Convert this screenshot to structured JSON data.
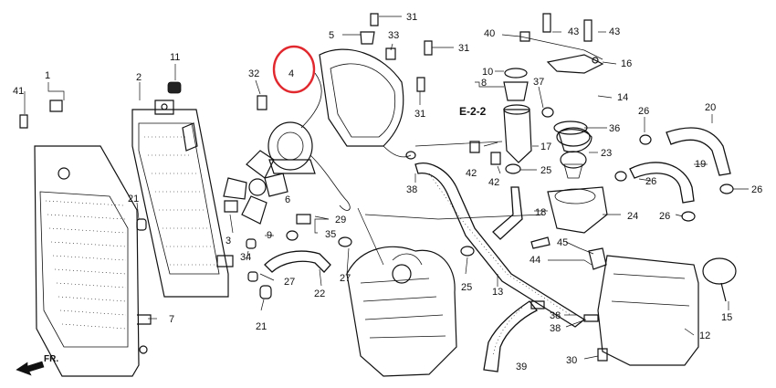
{
  "diagram": {
    "highlighted_part": "4",
    "reference_label": "E-2-2",
    "direction_label": "FR.",
    "callouts": {
      "c1": "1",
      "c2": "2",
      "c3": "3",
      "c4": "4",
      "c5": "5",
      "c6": "6",
      "c7": "7",
      "c8": "8",
      "c9": "9",
      "c10": "10",
      "c11": "11",
      "c12": "12",
      "c13": "13",
      "c14": "14",
      "c15": "15",
      "c16": "16",
      "c17": "17",
      "c18": "18",
      "c19": "19",
      "c20": "20",
      "c21a": "21",
      "c21b": "21",
      "c22": "22",
      "c23": "23",
      "c24": "24",
      "c25a": "25",
      "c25b": "25",
      "c26a": "26",
      "c26b": "26",
      "c26c": "26",
      "c26d": "26",
      "c27a": "27",
      "c27b": "27",
      "c29": "29",
      "c30": "30",
      "c31a": "31",
      "c31b": "31",
      "c31c": "31",
      "c32": "32",
      "c33": "33",
      "c34": "34",
      "c35": "35",
      "c36": "36",
      "c37": "37",
      "c38a": "38",
      "c38b": "38",
      "c38c": "38",
      "c39": "39",
      "c40": "40",
      "c41": "41",
      "c42a": "42",
      "c42b": "42",
      "c43a": "43",
      "c43b": "43",
      "c44": "44",
      "c45": "45"
    }
  }
}
